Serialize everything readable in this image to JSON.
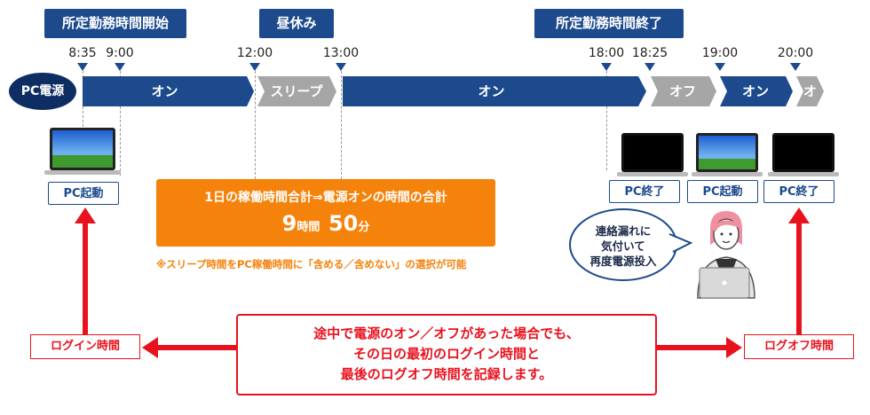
{
  "header_tags": {
    "start": "所定勤務時間開始",
    "break": "昼休み",
    "end": "所定勤務時間終了"
  },
  "times": [
    "8:35",
    "9:00",
    "12:00",
    "13:00",
    "18:00",
    "18:25",
    "19:00",
    "20:00"
  ],
  "pc_power_label": "PC電源",
  "segments": {
    "on1": "オン",
    "sleep": "スリープ",
    "on2": "オン",
    "off1": "オフ",
    "on3": "オン",
    "off2": "オフ"
  },
  "pc_labels": {
    "boot1": "PC起動",
    "shutdown1": "PC終了",
    "boot2": "PC起動",
    "shutdown2": "PC終了"
  },
  "summary": {
    "title": "1日の稼働時間合計⇒電源オンの時間の合計",
    "hours_num": "9",
    "hours_unit": "時間",
    "minutes_num": "50",
    "minutes_unit": "分"
  },
  "note": "※スリープ時間をPC稼働時間に「含める／含めない」の選択が可能",
  "speech_bubble": {
    "line1": "連絡漏れに",
    "line2": "気付いて",
    "line3": "再度電源投入"
  },
  "login_label": "ログイン時間",
  "logoff_label": "ログオフ時間",
  "message": {
    "line1": "途中で電源のオン／オフがあった場合でも、",
    "line2": "その日の最初のログイン時間と",
    "line3": "最後のログオフ時間を記録します。"
  },
  "colors": {
    "navy": "#1c4a8c",
    "gray": "#a6a6a6",
    "orange": "#f5820a",
    "red": "#e8121e"
  }
}
